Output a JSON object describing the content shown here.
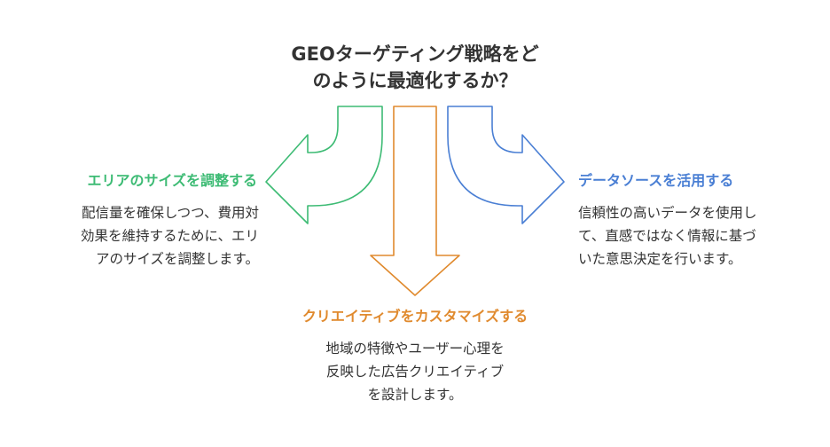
{
  "title": {
    "line1": "GEOターゲティング戦略をど",
    "line2": "のように最適化するか？"
  },
  "colors": {
    "left": "#3dbb74",
    "center": "#e08a2e",
    "right": "#4a7fd4",
    "title": "#333333"
  },
  "branches": {
    "left": {
      "heading": "エリアのサイズを調整する",
      "lines": [
        "配信量を確保しつつ、費用対",
        "効果を維持するために、エリ",
        "アのサイズを調整します。"
      ]
    },
    "center": {
      "heading": "クリエイティブをカスタマイズする",
      "lines": [
        "地域の特徴やユーザー心理を",
        "反映した広告クリエイティブ",
        "を設計します。"
      ]
    },
    "right": {
      "heading": "データソースを活用する",
      "lines": [
        "信頼性の高いデータを使用し",
        "て、直感ではなく情報に基づ",
        "いた意思決定を行います。"
      ]
    }
  }
}
